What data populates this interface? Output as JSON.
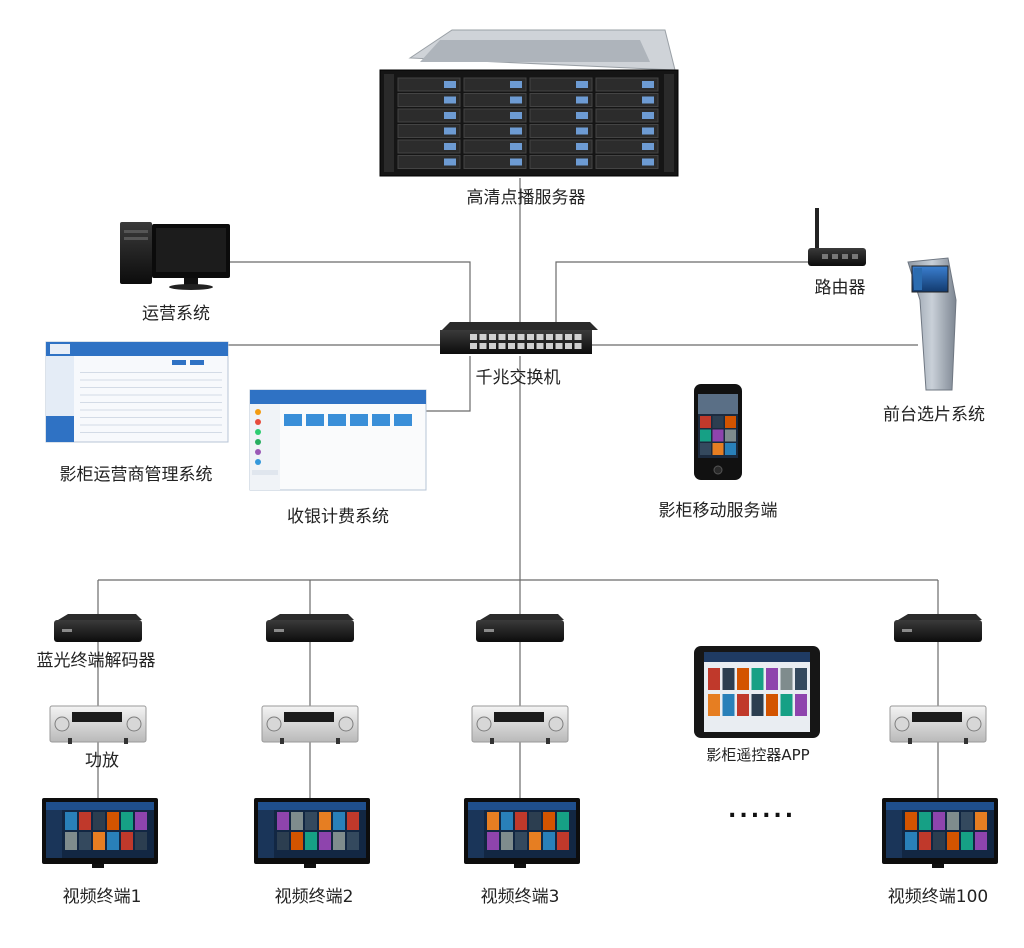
{
  "labels": {
    "server": "高清点播服务器",
    "ops": "运营系统",
    "router": "路由器",
    "switch": "千兆交换机",
    "kiosk": "前台选片系统",
    "mgmt": "影柜运营商管理系统",
    "cashier": "收银计费系统",
    "mobile": "影柜移动服务端",
    "decoder": "蓝光终端解码器",
    "amp": "功放",
    "remote_app": "影柜遥控器APP",
    "ellipsis": "......",
    "terminal1": "视频终端1",
    "terminal2": "视频终端2",
    "terminal3": "视频终端3",
    "terminal100": "视频终端100"
  },
  "colors": {
    "line": "#6b6b6b",
    "device_dark": "#1d1d1d",
    "screen_blue": "#2b6cb0",
    "panel_silver": "#d9d9d9"
  },
  "icons": [
    "server-rack-icon",
    "desktop-pc-icon",
    "router-icon",
    "network-switch-icon",
    "kiosk-icon",
    "smartphone-icon",
    "tablet-icon",
    "decoder-box-icon",
    "amplifier-icon",
    "tv-screen-icon"
  ]
}
